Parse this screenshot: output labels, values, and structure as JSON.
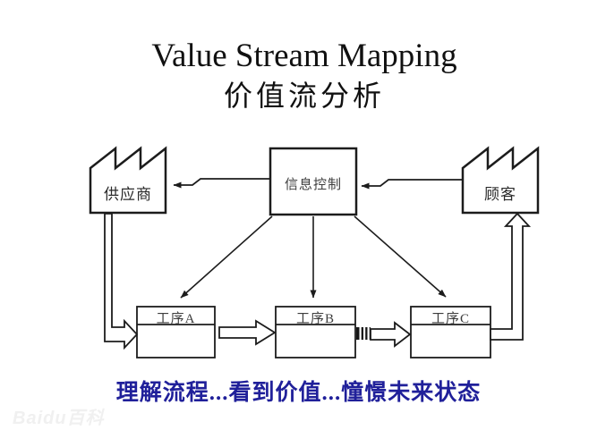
{
  "slide": {
    "title": "Value Stream Mapping",
    "subtitle": "价值流分析",
    "footer": "理解流程...看到价值...憧憬未来状态",
    "watermark": "Baidu百科"
  },
  "diagram": {
    "supplier_label": "供应商",
    "info_control_label": "信息控制",
    "customer_label": "顾客",
    "process_a_label": "工序A",
    "process_b_label": "工序B",
    "process_c_label": "工序C"
  },
  "colors": {
    "line": "#1c1c1c",
    "footer_text": "#20209a",
    "label_text": "#3d3d3d"
  }
}
